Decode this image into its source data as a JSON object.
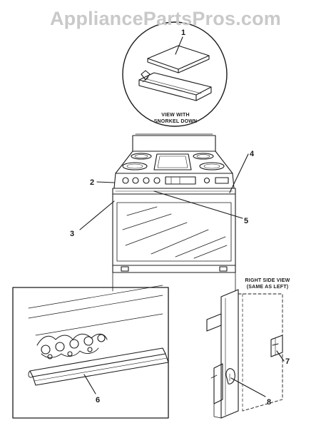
{
  "watermark": "AppliancePartsPros.com",
  "captions": {
    "snorkel_view_line1": "VIEW WITH",
    "snorkel_view_line2": "SNORKEL DOWN",
    "right_side_view_line1": "RIGHT SIDE VIEW",
    "right_side_view_line2": "(SAME AS LEFT)"
  },
  "callouts": [
    "1",
    "2",
    "3",
    "4",
    "5",
    "6",
    "7",
    "8"
  ],
  "colors": {
    "line": "#1a1a1a",
    "watermark": "#c9c9c9",
    "background": "#ffffff"
  }
}
